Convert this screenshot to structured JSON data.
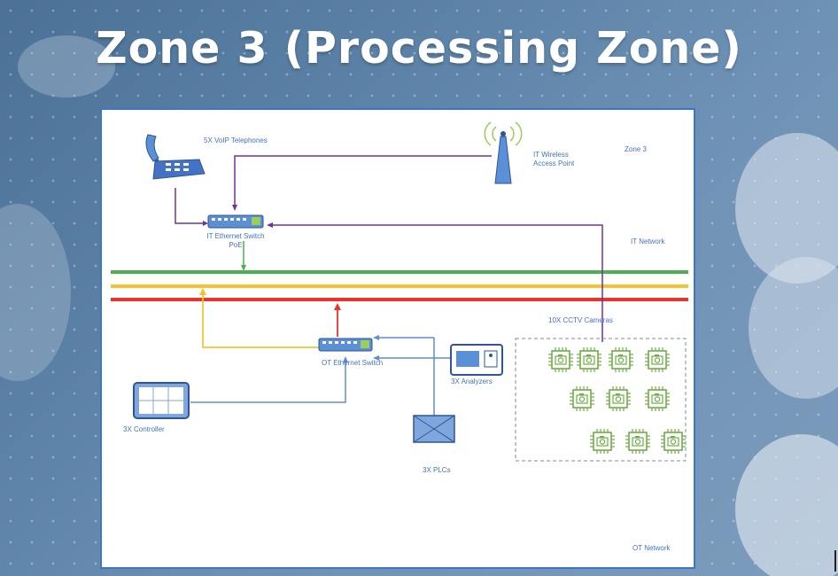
{
  "slide_title": "Zone 3 (Processing Zone)",
  "colors": {
    "it_network_line": "#4caf50",
    "yellow_network_line": "#f4c430",
    "red_network_line": "#e8342a",
    "purple_link": "#7030a0",
    "blue_link": "#5b8fd6",
    "camera_icon": "#70ad47",
    "label_text": "#4472c4"
  },
  "diagram": {
    "zone_label": "Zone 3",
    "it_network_label": "IT Network",
    "ot_network_label": "OT Network",
    "voip_label": "5X VoIP Telephones",
    "wap_label": "IT Wireless Access Point",
    "it_switch_label": "IT Ethernet Switch PoE",
    "ot_switch_label": "OT Ethernet Switch",
    "cctv_label": "10X CCTV Cameras",
    "analyzers_label": "3X Analyzers",
    "controller_label": "3X Controller",
    "plcs_label": "3X PLCs"
  }
}
